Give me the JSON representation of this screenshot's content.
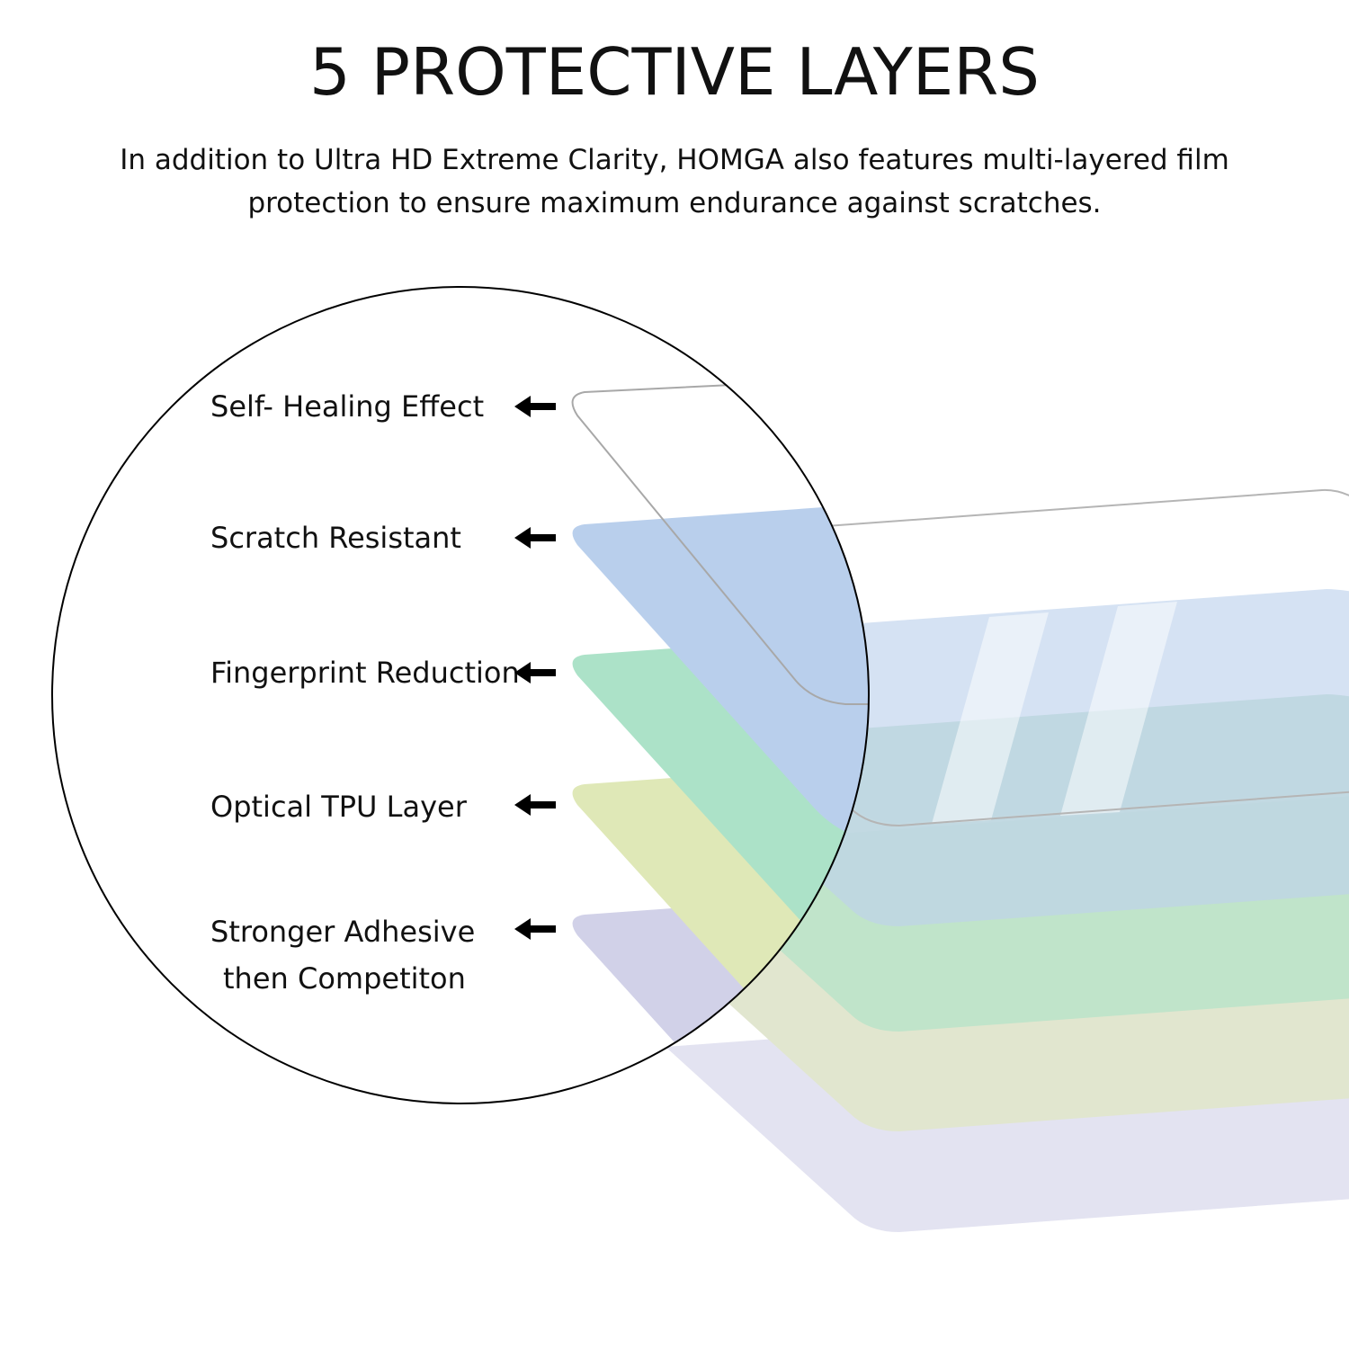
{
  "title": "5 PROTECTIVE LAYERS",
  "subtitle": "In addition to Ultra HD Extreme Clarity, HOMGA also features multi-layered film protection to ensure maximum endurance against scratches.",
  "layers": [
    {
      "label": "Self- Healing Effect",
      "icon": "arrow-left-icon",
      "color": "#ffffff"
    },
    {
      "label": "Scratch Resistant",
      "icon": "arrow-left-icon",
      "color": "#b9cfec"
    },
    {
      "label": "Fingerprint Reduction",
      "icon": "arrow-left-icon",
      "color": "#ace2c8"
    },
    {
      "label": "Optical TPU Layer",
      "icon": "arrow-left-icon",
      "color": "#dfe8b7"
    },
    {
      "label_line1": "Stronger Adhesive",
      "label_line2": "then Competiton",
      "icon": "arrow-left-icon",
      "color": "#d1d1e8"
    }
  ]
}
